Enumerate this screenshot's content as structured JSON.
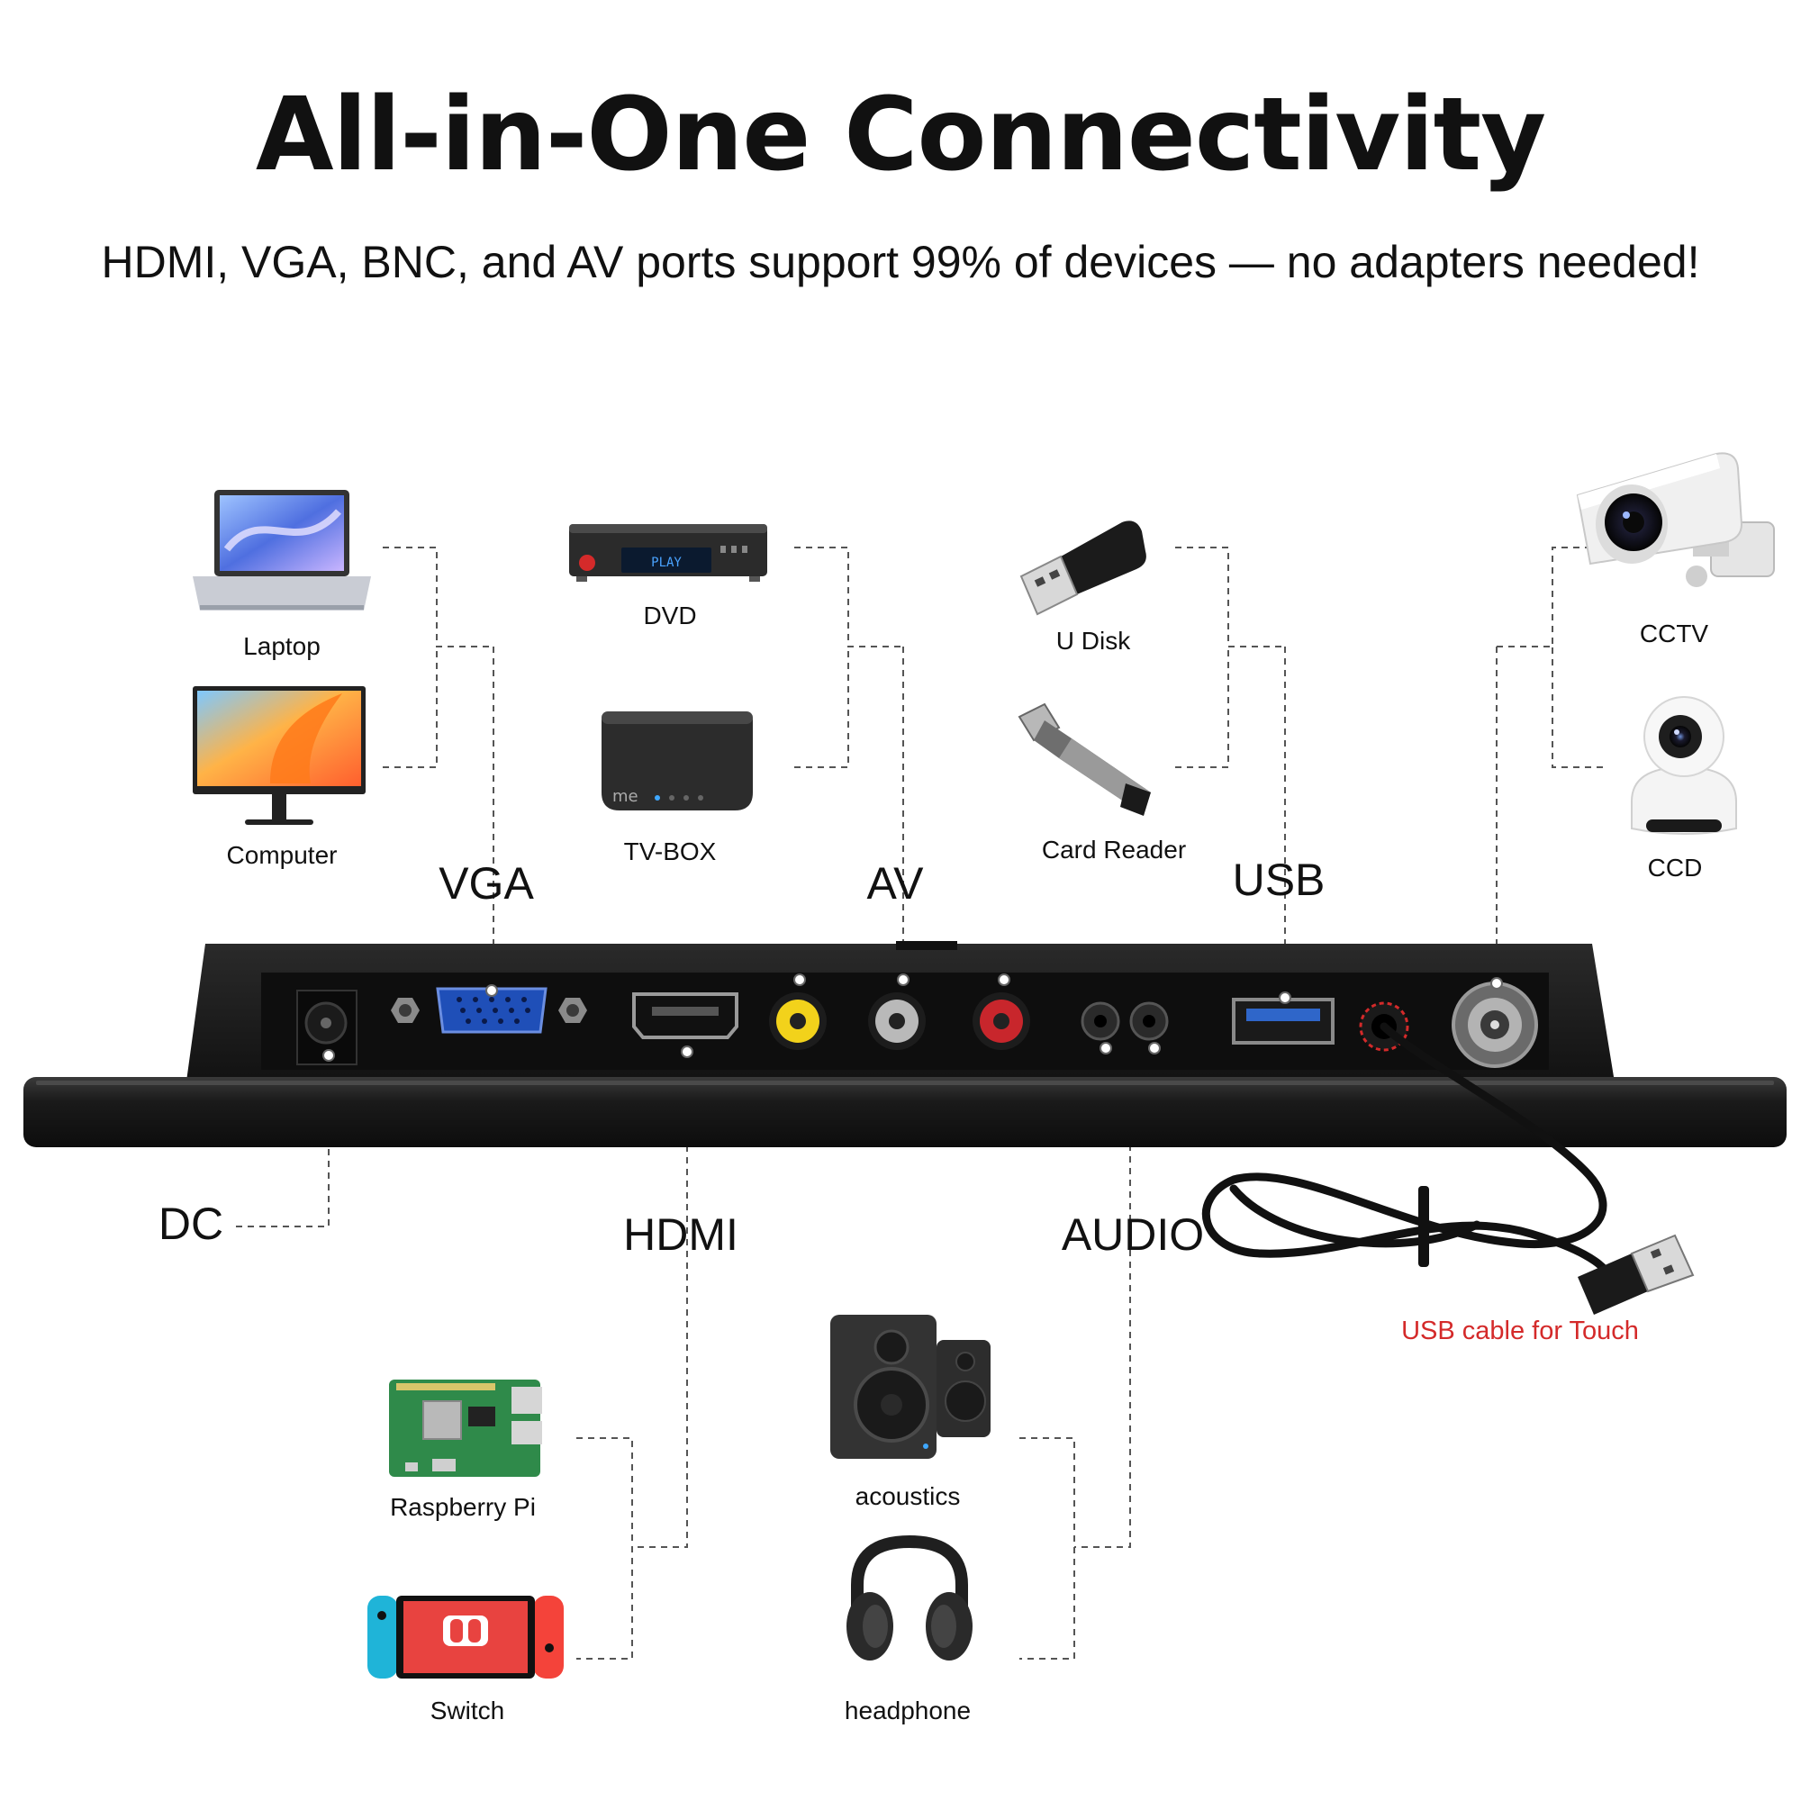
{
  "header": {
    "title": "All-in-One Connectivity",
    "subtitle": "HDMI, VGA, BNC, and AV ports support 99% of devices — no adapters needed!"
  },
  "ports": {
    "vga": "VGA",
    "av": "AV",
    "usb": "USB",
    "dc": "DC",
    "hdmi": "HDMI",
    "audio": "AUDIO"
  },
  "devices": {
    "laptop": "Laptop",
    "computer": "Computer",
    "dvd": "DVD",
    "tvbox": "TV-BOX",
    "udisk": "U Disk",
    "cardreader": "Card Reader",
    "cctv": "CCTV",
    "ccd": "CCD",
    "raspberry": "Raspberry Pi",
    "switch": "Switch",
    "acoustics": "acoustics",
    "headphone": "headphone"
  },
  "device_text": {
    "dvd_display": "PLAY",
    "tvbox_brand": "me"
  },
  "cable": {
    "label": "USB cable for Touch"
  },
  "colors": {
    "accent_red": "#d42a2a",
    "vga_blue": "#1f4fb8",
    "panel": "#1b1b1b"
  }
}
